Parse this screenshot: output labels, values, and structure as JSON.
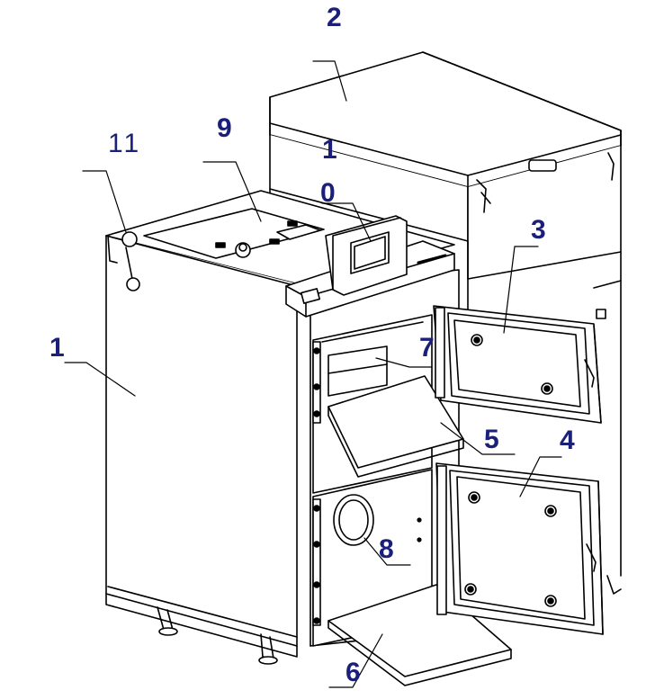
{
  "diagram": {
    "label_color": "#1a1f7a",
    "line_color": "#000000",
    "callouts": [
      {
        "id": "label-2",
        "text": "2"
      },
      {
        "id": "label-11",
        "text": "11"
      },
      {
        "id": "label-9",
        "text": "9"
      },
      {
        "id": "label-1-hopper",
        "text": "1"
      },
      {
        "id": "label-0",
        "text": "0"
      },
      {
        "id": "label-3",
        "text": "3"
      },
      {
        "id": "label-1-body",
        "text": "1"
      },
      {
        "id": "label-7",
        "text": "7"
      },
      {
        "id": "label-5",
        "text": "5"
      },
      {
        "id": "label-4",
        "text": "4"
      },
      {
        "id": "label-8",
        "text": "8"
      },
      {
        "id": "label-6",
        "text": "6"
      }
    ]
  }
}
